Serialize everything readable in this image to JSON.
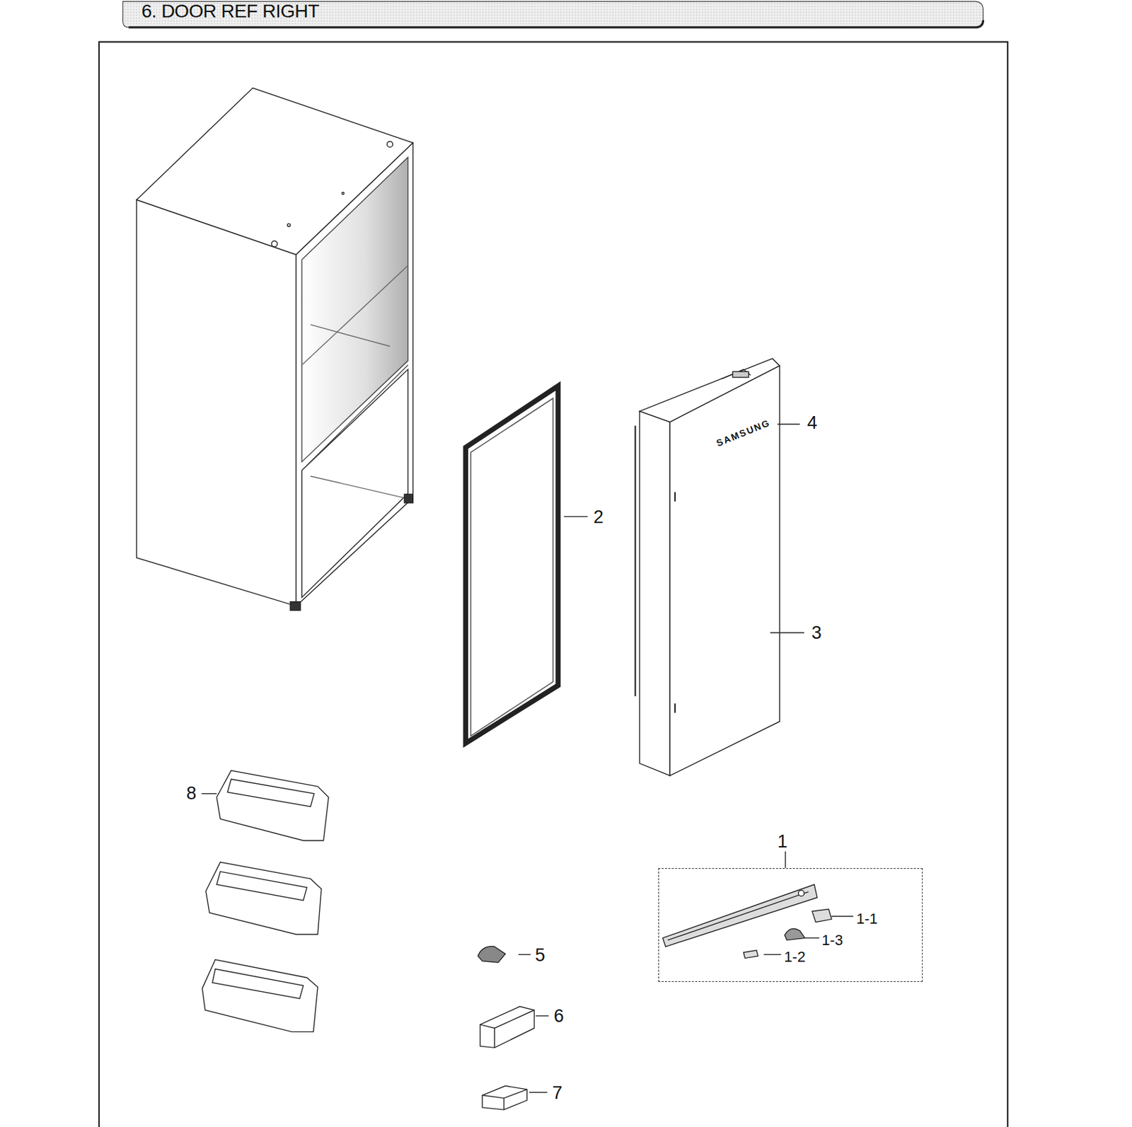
{
  "diagram": {
    "title": "6. DOOR REF RIGHT",
    "nodes": [
      {
        "text": [
          "1",
          "1-1",
          "1-3",
          "1-2"
        ]
      }
    ],
    "labels": [
      "SAMSUNG",
      "4",
      "2",
      "3",
      "8",
      "5",
      "6",
      "7"
    ]
  }
}
